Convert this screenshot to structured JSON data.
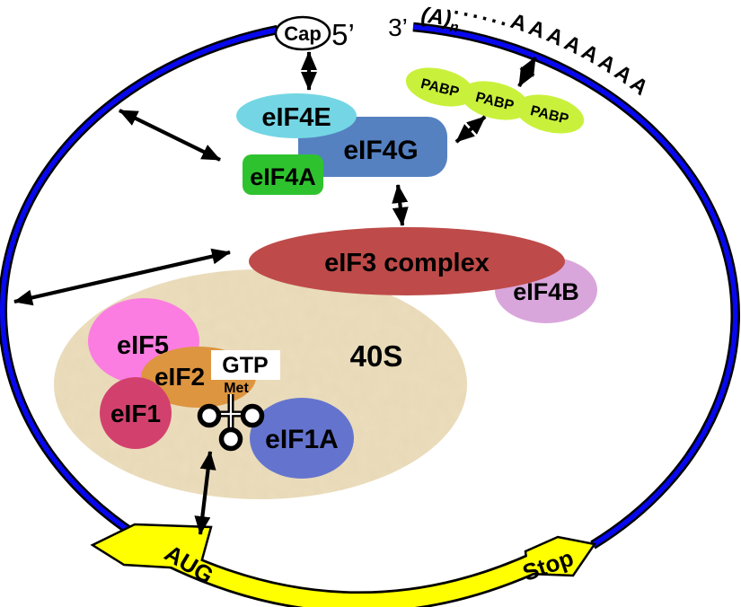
{
  "diagram": {
    "mrna": {
      "cap": "Cap",
      "five_prime": "5’",
      "three_prime": "3’",
      "poly_a": "(A)",
      "poly_a_subscript": "n",
      "poly_a_tail": "......AAAAAAAA",
      "start_codon": "AUG",
      "stop_codon": "Stop",
      "strand_color": "#0808EE",
      "codon_band_color": "#FFFF00"
    },
    "initiation_factors": {
      "eif4e": {
        "label": "eIF4E",
        "color": "#74D6E4"
      },
      "eif4g": {
        "label": "eIF4G",
        "color": "#5581C1"
      },
      "eif4a": {
        "label": "eIF4A",
        "color": "#2EC32E"
      },
      "pabp": {
        "label": "PABP",
        "color": "#C9F13C"
      },
      "eif3": {
        "label": "eIF3 complex",
        "color": "#BE4B49"
      },
      "eif4b": {
        "label": "eIF4B",
        "color": "#D9A6DC"
      },
      "eif5": {
        "label": "eIF5",
        "color": "#FB7DE1"
      },
      "eif2": {
        "label": "eIF2",
        "color": "#DD953F"
      },
      "eif1": {
        "label": "eIF1",
        "color": "#D2416E"
      },
      "eif1a": {
        "label": "eIF1A",
        "color": "#6474CE"
      },
      "gtp": {
        "label": "GTP"
      },
      "met_trna": {
        "label": "Met"
      }
    },
    "ribosome_40s": {
      "label": "40S",
      "color": "#ECDEBE",
      "label_color": "#B5504C"
    }
  }
}
